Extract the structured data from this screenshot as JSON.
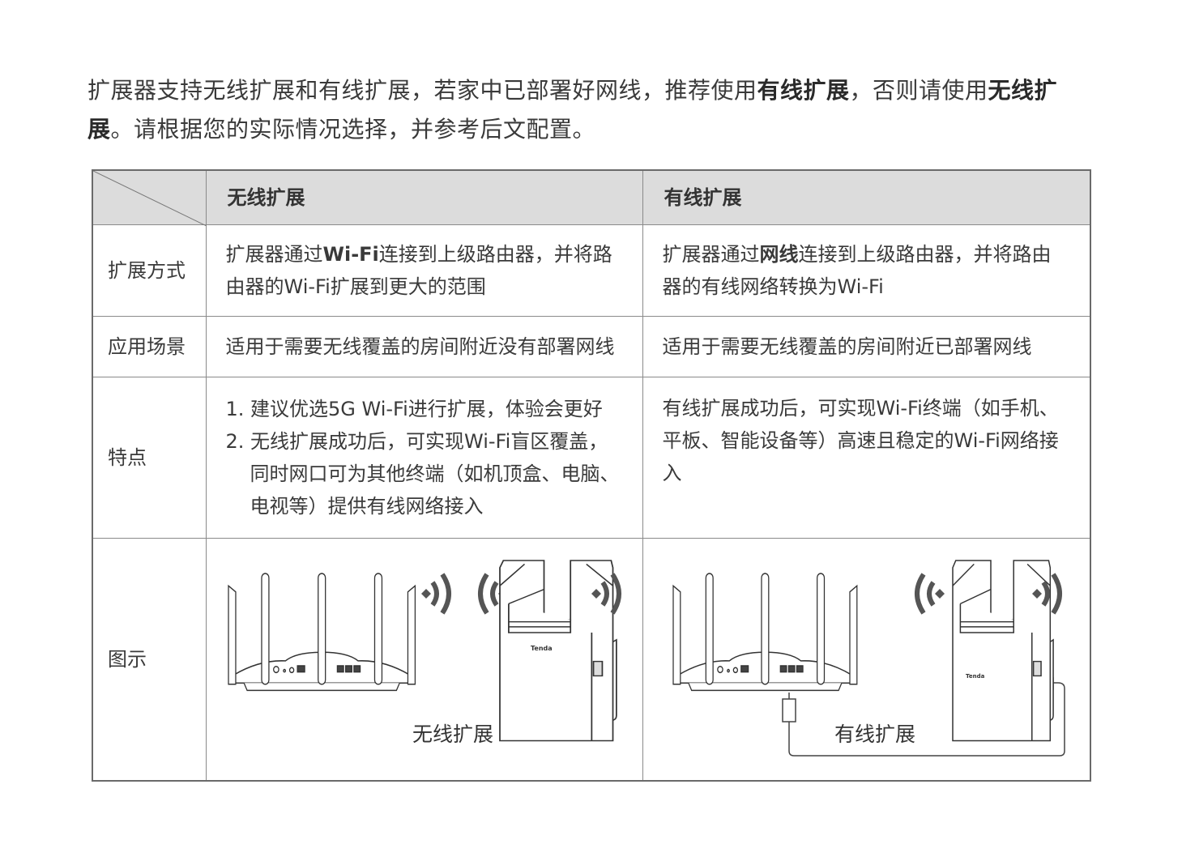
{
  "intro": {
    "p1": "扩展器支持无线扩展和有线扩展，若家中已部署好网线，推荐使用",
    "p1_bold": "有线扩展",
    "p2": "，否则请使用",
    "p2_bold": "无线扩展",
    "p3": "。请根据您的实际情况选择，并参考后文配置。"
  },
  "table": {
    "headers": [
      "无线扩展",
      "有线扩展"
    ],
    "rows": {
      "mode": {
        "label": "扩展方式",
        "wireless": {
          "a": "扩展器通过",
          "bold": "Wi-Fi",
          "b": "连接到上级路由器，并将路由器的Wi-Fi扩展到更大的范围"
        },
        "wired": {
          "a": "扩展器通过",
          "bold": "网线",
          "b": "连接到上级路由器，并将路由器的有线网络转换为Wi-Fi"
        }
      },
      "scenario": {
        "label": "应用场景",
        "wireless": "适用于需要无线覆盖的房间附近没有部署网线",
        "wired": "适用于需要无线覆盖的房间附近已部署网线"
      },
      "features": {
        "label": "特点",
        "wireless": [
          "1. 建议优选5G Wi-Fi进行扩展，体验会更好",
          "2. 无线扩展成功后，可实现Wi-Fi盲区覆盖，同时网口可为其他终端（如机顶盒、电脑、电视等）提供有线网络接入"
        ],
        "wired": "有线扩展成功后，可实现Wi-Fi终端（如手机、平板、智能设备等）高速且稳定的Wi-Fi网络接入"
      },
      "illustration": {
        "label": "图示",
        "wireless_caption": "无线扩展",
        "wired_caption": "有线扩展",
        "brand": "Tenda"
      }
    }
  }
}
